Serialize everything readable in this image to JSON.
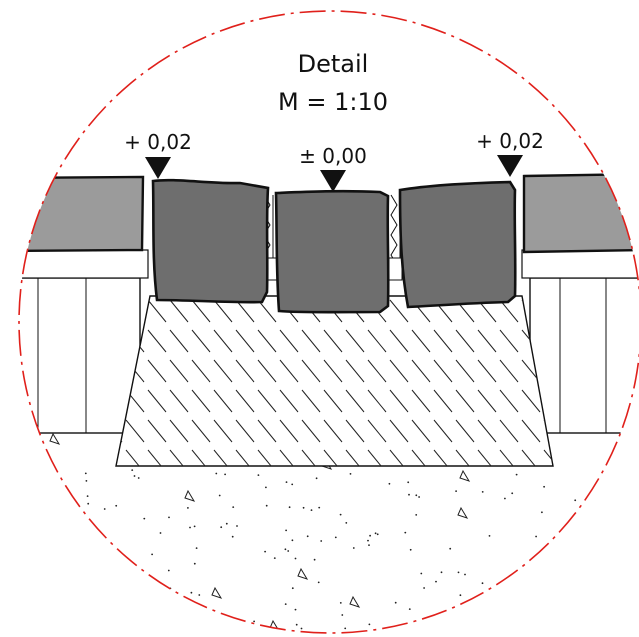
{
  "drawing": {
    "title": "Detail",
    "scale": "M = 1:10",
    "level_left": "+ 0,02",
    "level_center": "± 0,00",
    "level_right": "+ 0,02"
  },
  "colors": {
    "detail_circle": "#e0201b",
    "stone_dark": "#6e6e6e",
    "stone_light": "#9b9b9b",
    "line": "#111111",
    "background": "#ffffff"
  }
}
